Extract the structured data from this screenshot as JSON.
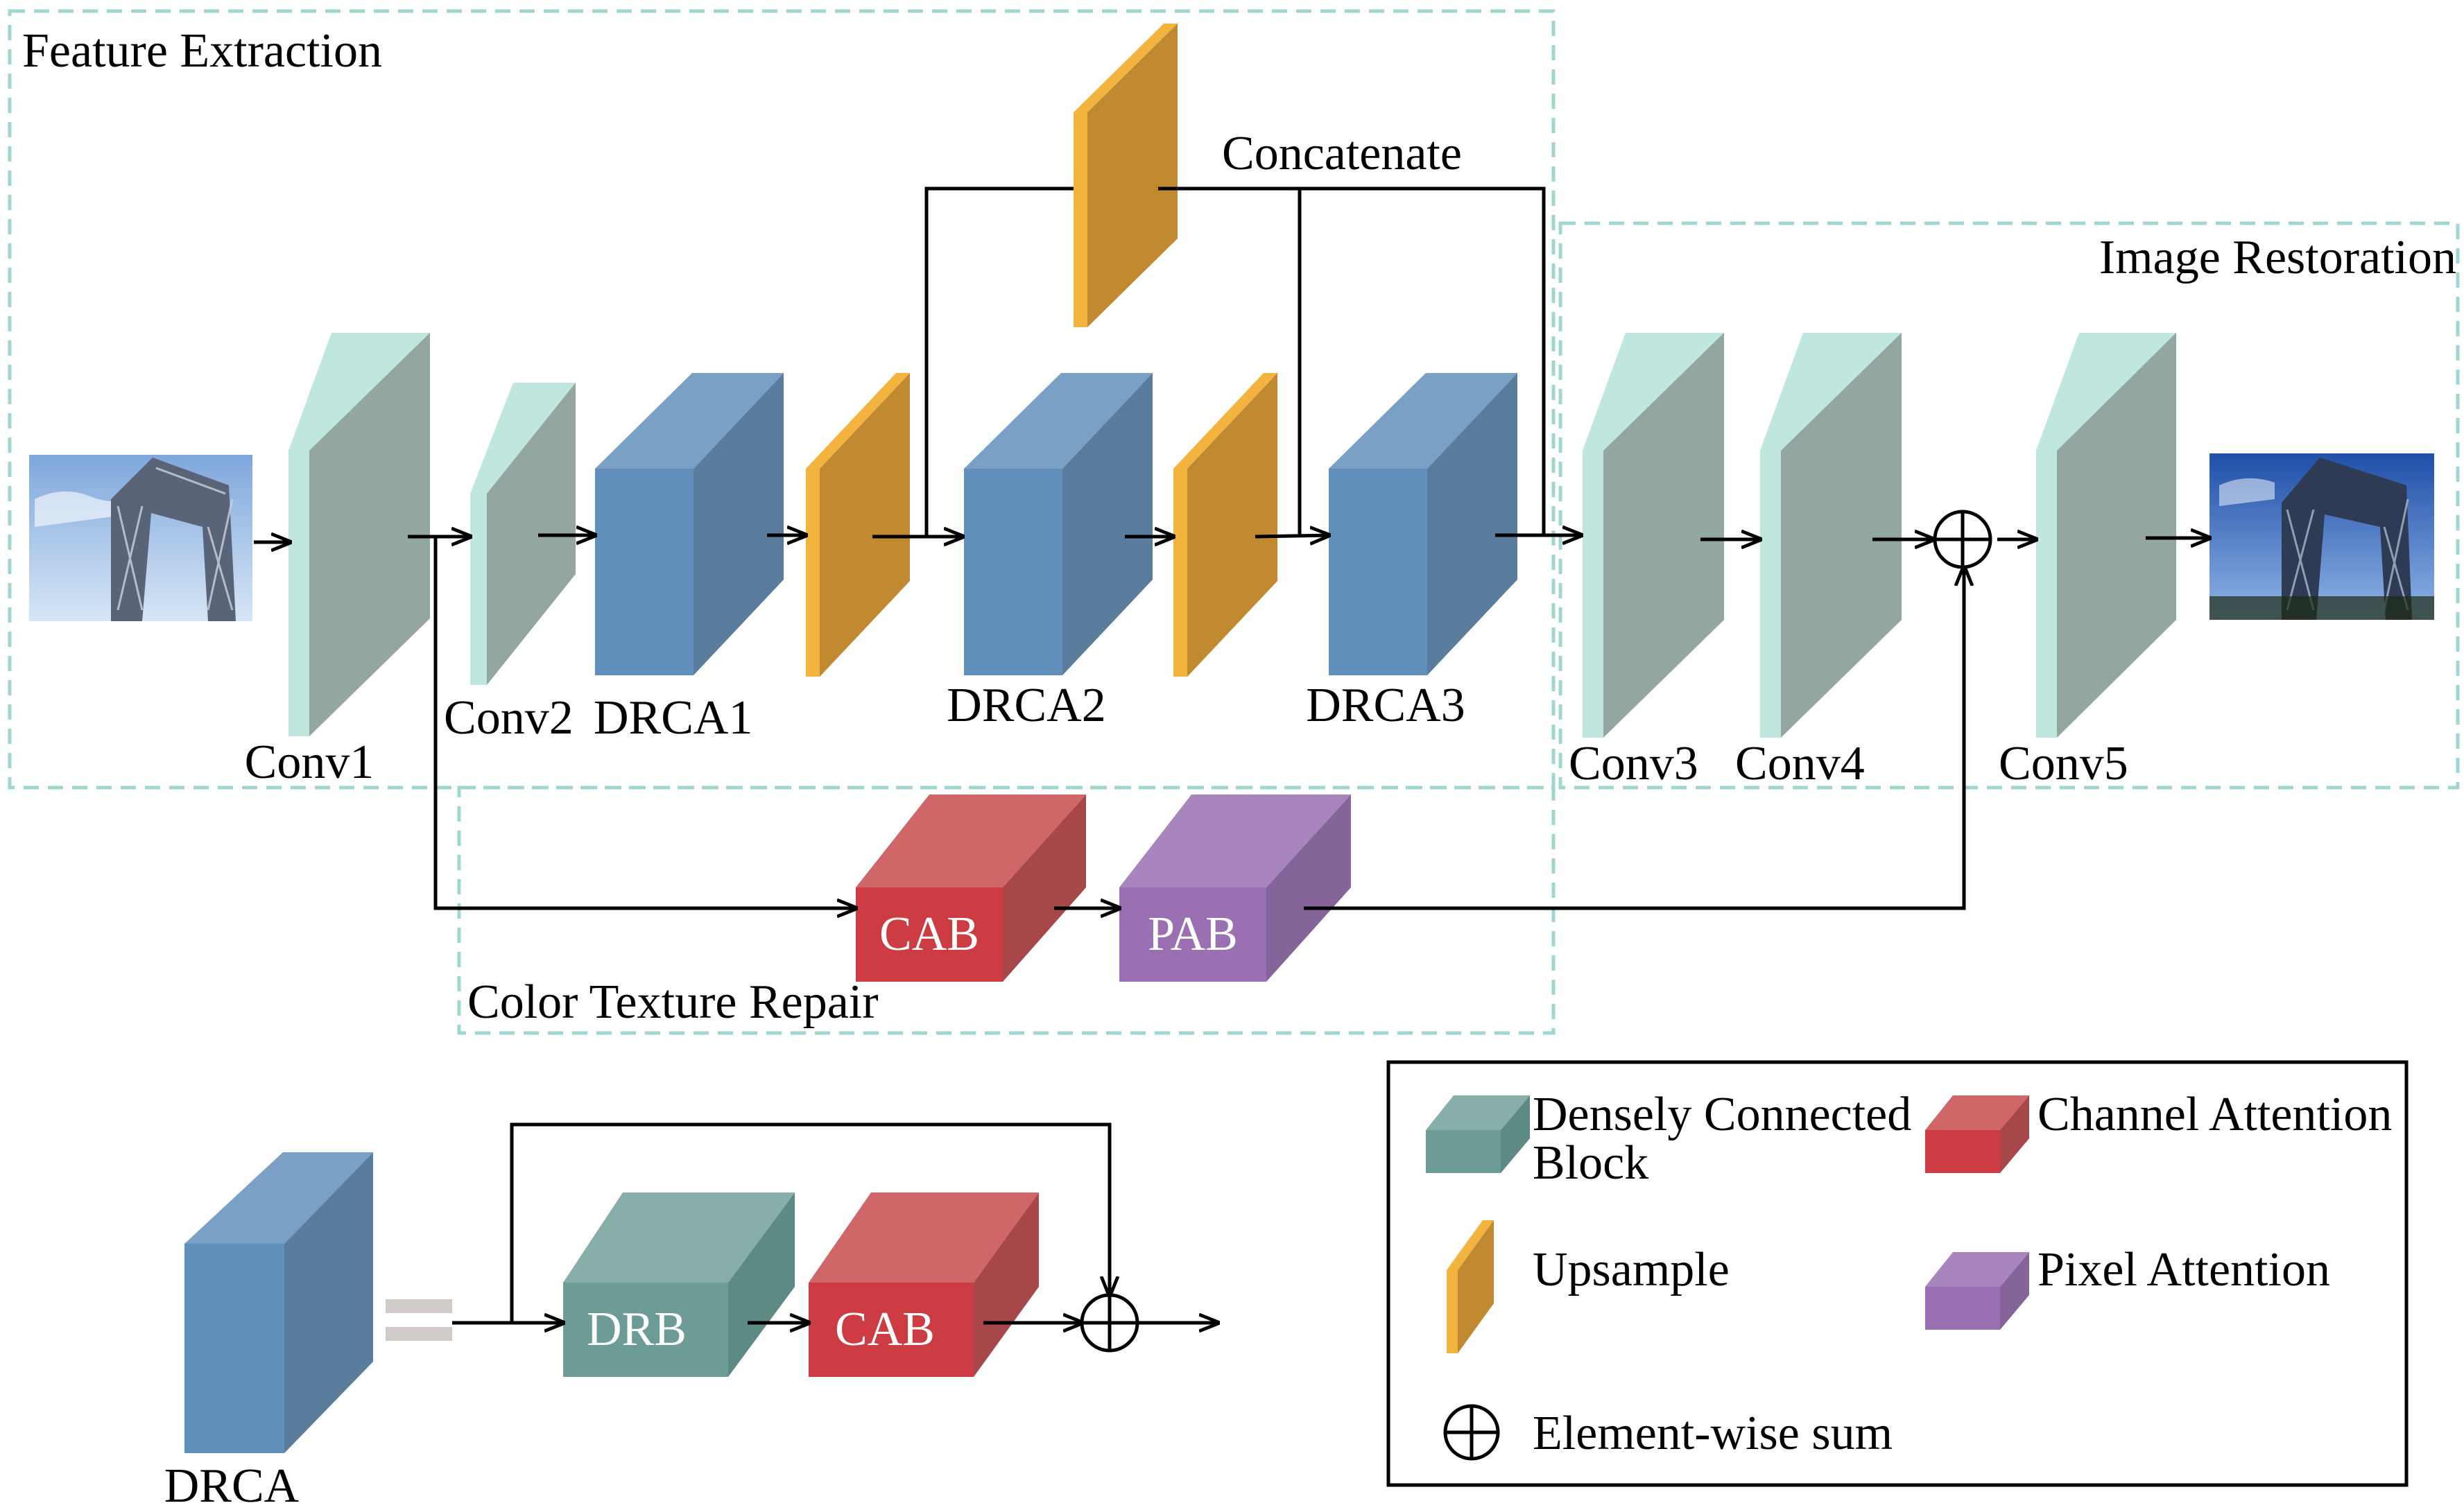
{
  "regions": {
    "feature_extraction": "Feature Extraction",
    "image_restoration": "Image Restoration",
    "color_texture_repair": "Color Texture Repair"
  },
  "labels": {
    "conv1": "Conv1",
    "conv2": "Conv2",
    "conv3": "Conv3",
    "conv4": "Conv4",
    "conv5": "Conv5",
    "drca1": "DRCA1",
    "drca2": "DRCA2",
    "drca3": "DRCA3",
    "concatenate": "Concatenate",
    "cab": "CAB",
    "pab": "PAB"
  },
  "drca_detail": {
    "title": "DRCA",
    "drb": "DRB",
    "cab": "CAB"
  },
  "legend": {
    "dense_line1": "Densely Connected",
    "dense_line2": "Block",
    "channel": "Channel Attention",
    "upsample": "Upsample",
    "pixel": "Pixel Attention",
    "sum": "Element-wise sum"
  },
  "colors": {
    "conv": "#93a6a0",
    "conv_edge": "#bfe6df",
    "drca_front": "#6290bd",
    "drca_side": "#5a7d9e",
    "drca_top": "#7ba0c6",
    "upsample_front": "#c28a30",
    "upsample_edge": "#f2b43e",
    "cab_front": "#cc3c42",
    "cab_side": "#a8474a",
    "cab_top": "#cf6668",
    "pab_front": "#9a70b2",
    "pab_side": "#846499",
    "pab_top": "#a985bd",
    "drb_front": "#6d9c97",
    "drb_side": "#5d8a85",
    "drb_top": "#88aeaa",
    "region_border": "#9fd6cf",
    "equals": "#d0cbc8"
  }
}
